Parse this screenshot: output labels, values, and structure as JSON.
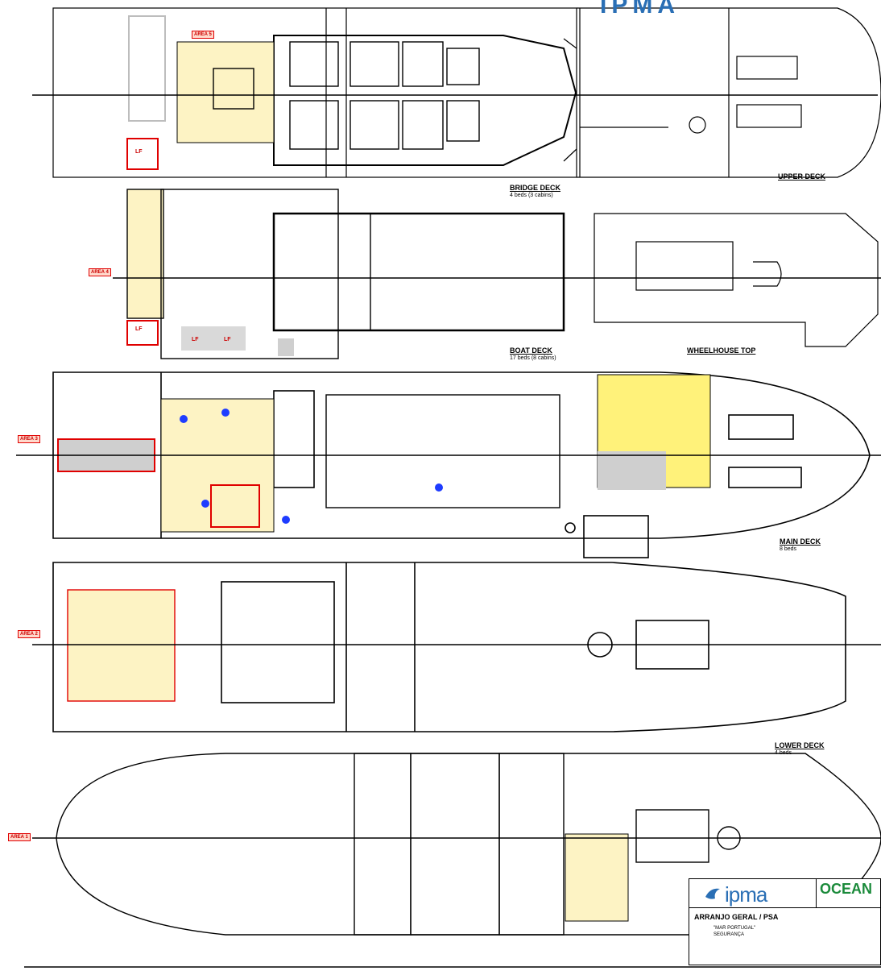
{
  "decks": [
    {
      "label": "BRIDGE DECK",
      "sub": "4 beds (3 cabins)"
    },
    {
      "label": "UPPER DECK",
      "sub": ""
    },
    {
      "label": "BOAT DECK",
      "sub": "17 beds (8 cabins)"
    },
    {
      "label": "WHEELHOUSE TOP",
      "sub": ""
    },
    {
      "label": "MAIN DECK",
      "sub": "8 beds"
    },
    {
      "label": "LOWER DECK",
      "sub": "4 beds"
    }
  ],
  "area_tags": [
    "AREA 5",
    "AREA 4",
    "AREA 3",
    "AREA 2",
    "AREA 1"
  ],
  "lifeboat_marks": [
    "LF",
    "LF",
    "LF",
    "LF"
  ],
  "title_block": {
    "logo_left": "ipma",
    "logo_right": "OCEAN",
    "title": "ARRANJO GERAL / PSA",
    "line1": "\"MAR PORTUGAL\"",
    "line2": "SEGURANÇA"
  },
  "top_logo": "IPMA",
  "colors": {
    "highlight": "#fdf3c4",
    "strong_highlight": "#fff27a",
    "red": "#e00000",
    "blue": "#1e3cff",
    "grey": "#cfcfcf"
  }
}
